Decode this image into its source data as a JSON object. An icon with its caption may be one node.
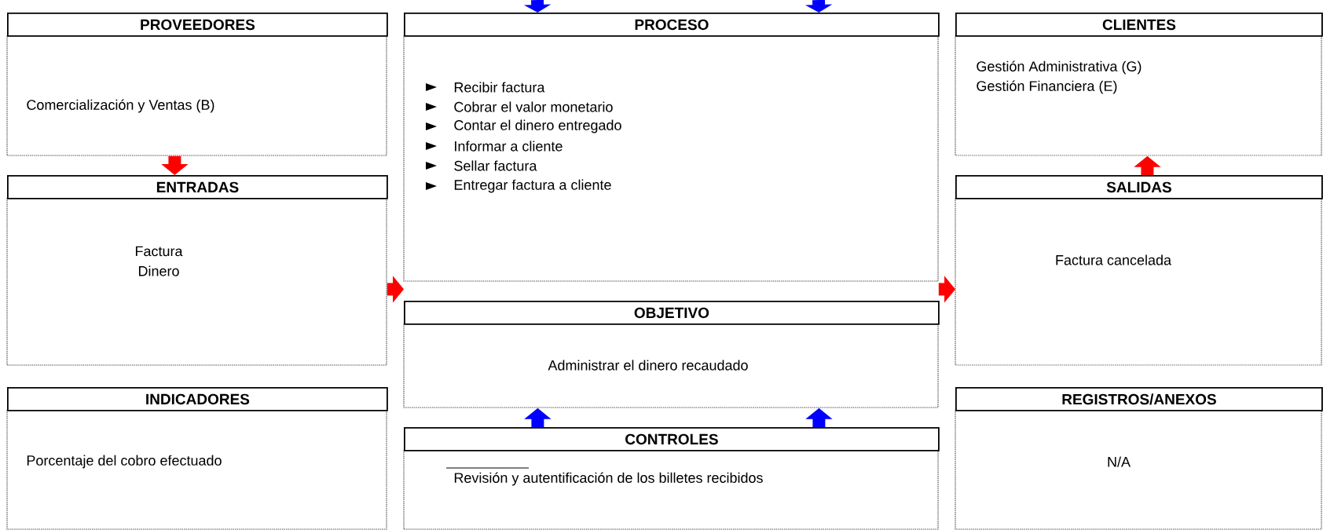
{
  "diagram": {
    "nodes": [
      {
        "text": [
          "PROVEEDORES",
          "Comercialización y Ventas (B)"
        ]
      },
      {
        "text": [
          "PROCESO",
          "Recibir factura",
          "Cobrar el valor monetario",
          "Contar el dinero entregado",
          "Informar a cliente",
          "Sellar factura",
          "Entregar factura a cliente"
        ]
      },
      {
        "text": [
          "CLIENTES",
          "Gestión Administrativa (G)",
          "Gestión Financiera (E)"
        ]
      },
      {
        "text": [
          "ENTRADAS",
          "Factura",
          "Dinero"
        ]
      },
      {
        "text": [
          "OBJETIVO",
          "Administrar el dinero recaudado"
        ]
      },
      {
        "text": [
          "SALIDAS",
          "Factura cancelada"
        ]
      },
      {
        "text": [
          "INDICADORES",
          "Porcentaje del cobro efectuado"
        ]
      },
      {
        "text": [
          "CONTROLES",
          "Revisión y autentificación de los billetes recibidos"
        ]
      },
      {
        "text": [
          "REGISTROS/ANEXOS",
          "N/A"
        ]
      }
    ],
    "edges": [
      {
        "from": null,
        "to": 1,
        "arrow": "to",
        "color": "#0000ff"
      },
      {
        "from": null,
        "to": 1,
        "arrow": "to",
        "color": "#0000ff"
      },
      {
        "from": 0,
        "to": 3,
        "arrow": "to",
        "color": "#ff0000"
      },
      {
        "from": 5,
        "to": 2,
        "arrow": "to",
        "color": "#ff0000"
      },
      {
        "from": 3,
        "to": 1,
        "arrow": "to",
        "color": "#ff0000"
      },
      {
        "from": 1,
        "to": 5,
        "arrow": "to",
        "color": "#ff0000"
      },
      {
        "from": 7,
        "to": 4,
        "arrow": "to",
        "color": "#0000ff"
      },
      {
        "from": 7,
        "to": 4,
        "arrow": "to",
        "color": "#0000ff"
      }
    ]
  }
}
